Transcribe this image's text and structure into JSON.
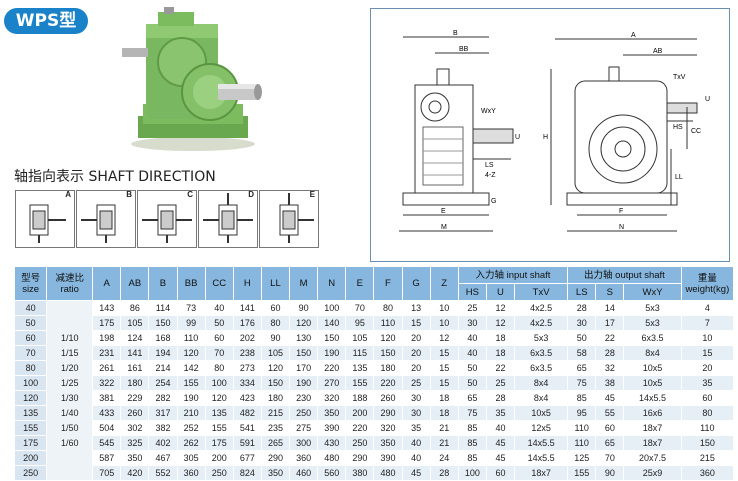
{
  "badge": "WPS型",
  "shaft_direction_title": "轴指向表示  SHAFT DIRECTION",
  "direction_boxes": [
    "A",
    "B",
    "C",
    "D",
    "E"
  ],
  "drawing_labels": {
    "B": "B",
    "BB": "BB",
    "A": "A",
    "AB": "AB",
    "WxY": "WxY",
    "H": "H",
    "U": "U",
    "LS": "LS",
    "fourZ": "4-Z",
    "G": "G",
    "E": "E",
    "M": "M",
    "TxV": "TxV",
    "HS": "HS",
    "CC": "CC",
    "LL": "LL",
    "F": "F",
    "N": "N"
  },
  "table": {
    "headers": {
      "size": "型号 size",
      "ratio": "减速比 ratio",
      "dims": [
        "A",
        "AB",
        "B",
        "BB",
        "CC",
        "H",
        "LL",
        "M",
        "N",
        "E",
        "F",
        "G",
        "Z"
      ],
      "input_group": "入力轴 input shaft",
      "input_cols": [
        "HS",
        "U",
        "TxV"
      ],
      "output_group": "出力轴 output shaft",
      "output_cols": [
        "LS",
        "S",
        "WxY"
      ],
      "weight": "重量 weight(kg)"
    },
    "ratios": [
      "1/10",
      "1/15",
      "1/20",
      "1/25",
      "1/30",
      "1/40",
      "1/50",
      "1/60"
    ],
    "rows": [
      [
        "40",
        "143",
        "86",
        "114",
        "73",
        "40",
        "141",
        "60",
        "90",
        "100",
        "70",
        "80",
        "13",
        "10",
        "25",
        "12",
        "4x2.5",
        "28",
        "14",
        "5x3",
        "4"
      ],
      [
        "50",
        "175",
        "105",
        "150",
        "99",
        "50",
        "176",
        "80",
        "120",
        "140",
        "95",
        "110",
        "15",
        "10",
        "30",
        "12",
        "4x2.5",
        "30",
        "17",
        "5x3",
        "7"
      ],
      [
        "60",
        "198",
        "124",
        "168",
        "110",
        "60",
        "202",
        "90",
        "130",
        "150",
        "105",
        "120",
        "20",
        "12",
        "40",
        "18",
        "5x3",
        "50",
        "22",
        "6x3.5",
        "10"
      ],
      [
        "70",
        "231",
        "141",
        "194",
        "120",
        "70",
        "238",
        "105",
        "150",
        "190",
        "115",
        "150",
        "20",
        "15",
        "40",
        "18",
        "6x3.5",
        "58",
        "28",
        "8x4",
        "15"
      ],
      [
        "80",
        "261",
        "161",
        "214",
        "142",
        "80",
        "273",
        "120",
        "170",
        "220",
        "135",
        "180",
        "20",
        "15",
        "50",
        "22",
        "6x3.5",
        "65",
        "32",
        "10x5",
        "20"
      ],
      [
        "100",
        "322",
        "180",
        "254",
        "155",
        "100",
        "334",
        "150",
        "190",
        "270",
        "155",
        "220",
        "25",
        "15",
        "50",
        "25",
        "8x4",
        "75",
        "38",
        "10x5",
        "35"
      ],
      [
        "120",
        "381",
        "229",
        "282",
        "190",
        "120",
        "423",
        "180",
        "230",
        "320",
        "188",
        "260",
        "30",
        "18",
        "65",
        "28",
        "8x4",
        "85",
        "45",
        "14x5.5",
        "60"
      ],
      [
        "135",
        "433",
        "260",
        "317",
        "210",
        "135",
        "482",
        "215",
        "250",
        "350",
        "200",
        "290",
        "30",
        "18",
        "75",
        "35",
        "10x5",
        "95",
        "55",
        "16x6",
        "80"
      ],
      [
        "155",
        "504",
        "302",
        "382",
        "252",
        "155",
        "541",
        "235",
        "275",
        "390",
        "220",
        "320",
        "35",
        "21",
        "85",
        "40",
        "12x5",
        "110",
        "60",
        "18x7",
        "110"
      ],
      [
        "175",
        "545",
        "325",
        "402",
        "262",
        "175",
        "591",
        "265",
        "300",
        "430",
        "250",
        "350",
        "40",
        "21",
        "85",
        "45",
        "14x5.5",
        "110",
        "65",
        "18x7",
        "150"
      ],
      [
        "200",
        "587",
        "350",
        "467",
        "305",
        "200",
        "677",
        "290",
        "360",
        "480",
        "290",
        "390",
        "40",
        "24",
        "85",
        "45",
        "14x5.5",
        "125",
        "70",
        "20x7.5",
        "215"
      ],
      [
        "250",
        "705",
        "420",
        "552",
        "360",
        "250",
        "824",
        "350",
        "460",
        "560",
        "380",
        "480",
        "45",
        "28",
        "100",
        "60",
        "18x7",
        "155",
        "90",
        "25x9",
        "360"
      ]
    ]
  }
}
